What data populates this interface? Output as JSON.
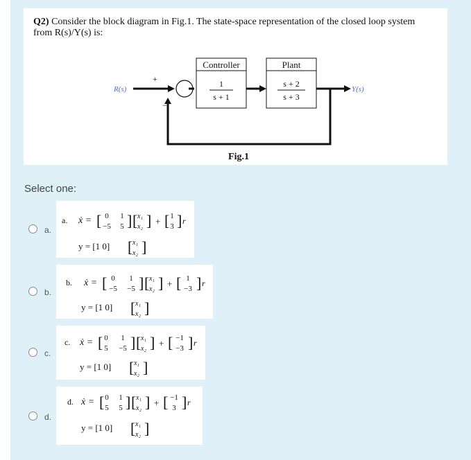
{
  "question": {
    "number": "Q2)",
    "text_line1": "Consider the block diagram in Fig.1. The state-space representation of the closed loop system",
    "text_line2": "from R(s)/Y(s) is:"
  },
  "diagram": {
    "controller_title": "Controller",
    "controller_num": "1",
    "controller_den": "s + 1",
    "plant_title": "Plant",
    "plant_num": "s + 2",
    "plant_den": "s + 3",
    "input_label": "R(s)",
    "output_label": "Y(s)",
    "plus_sign": "+",
    "minus_sign": "−",
    "caption": "Fig.1"
  },
  "prompt": "Select one:",
  "options": [
    {
      "radio_label": "a.",
      "letter": "a.",
      "A": [
        "0",
        "1",
        "−5",
        "5"
      ],
      "B": [
        "1",
        "3"
      ],
      "C": "y = [1   0]"
    },
    {
      "radio_label": "b.",
      "letter": "b.",
      "A": [
        "0",
        "1",
        "−5",
        "−5"
      ],
      "B": [
        "1",
        "−3"
      ],
      "C": "y = [1   0]"
    },
    {
      "radio_label": "c.",
      "letter": "c.",
      "A": [
        "0",
        "1",
        "5",
        "−5"
      ],
      "B": [
        "−1",
        "−3"
      ],
      "C": "y = [1   0]"
    },
    {
      "radio_label": "d.",
      "letter": "d.",
      "A": [
        "0",
        "1",
        "5",
        "5"
      ],
      "B": [
        "−1",
        "3"
      ],
      "C": "y = [1   0]"
    }
  ],
  "colors": {
    "frame": "#dff0f8",
    "signal_label": "#4a6fd0"
  }
}
